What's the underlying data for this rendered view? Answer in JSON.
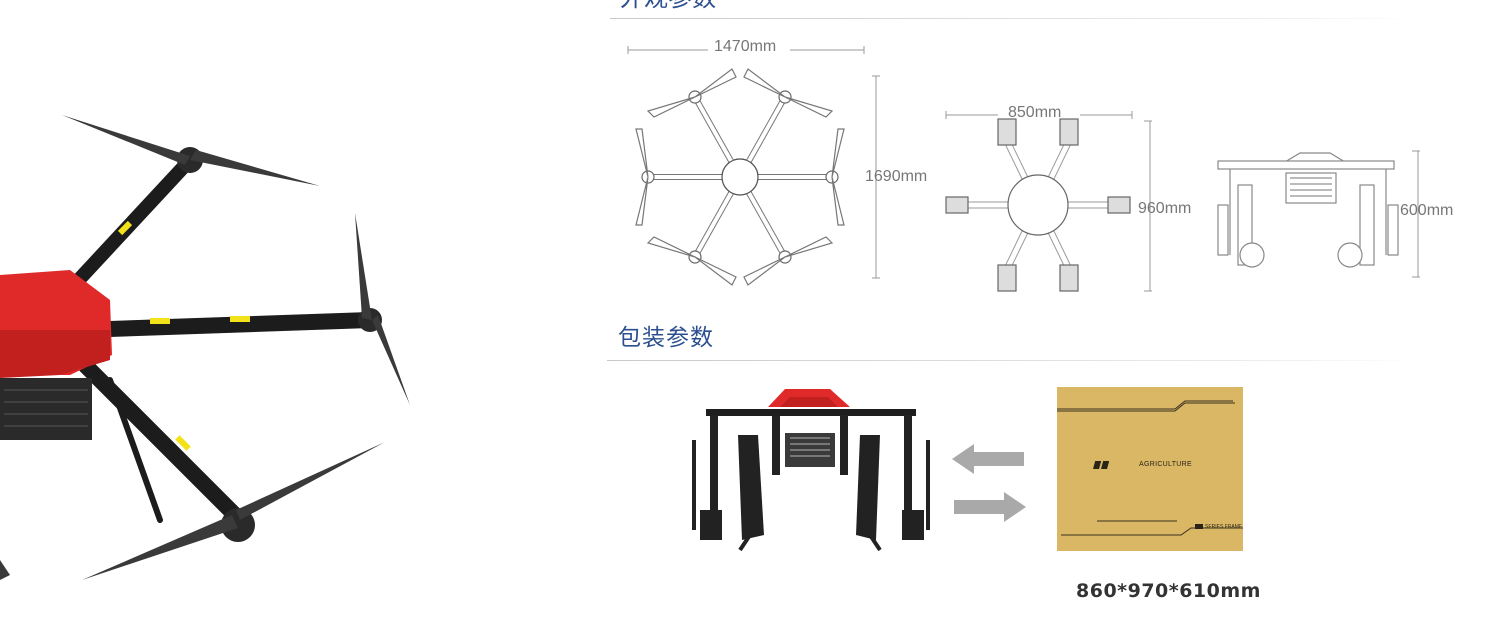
{
  "sections": {
    "top_title": "外观参数",
    "packing_title": "包装参数"
  },
  "dimensions": {
    "top_view_width": "1470mm",
    "top_view_length": "1690mm",
    "folded_width": "850mm",
    "folded_length": "960mm",
    "height": "600mm"
  },
  "packing": {
    "box_brand_label": "AGRICULTURE",
    "box_series_label": "SERIES FRAME",
    "box_size": "860*970*610mm"
  },
  "colors": {
    "title_blue": "#2b4f8f",
    "drone_red": "#e02a2a",
    "box_kraft": "#d9b765"
  }
}
